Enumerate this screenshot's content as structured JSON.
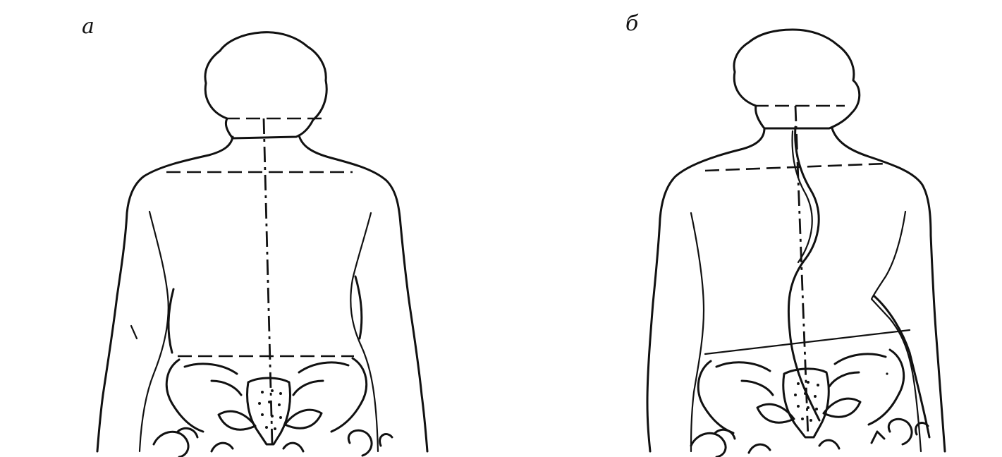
{
  "panels": [
    {
      "id": "a",
      "label": "а",
      "description_icon": "normal-posture-back-view"
    },
    {
      "id": "b",
      "label": "б",
      "description_icon": "scoliosis-back-view"
    }
  ],
  "colors": {
    "ink": "#111111",
    "background": "#ffffff"
  }
}
